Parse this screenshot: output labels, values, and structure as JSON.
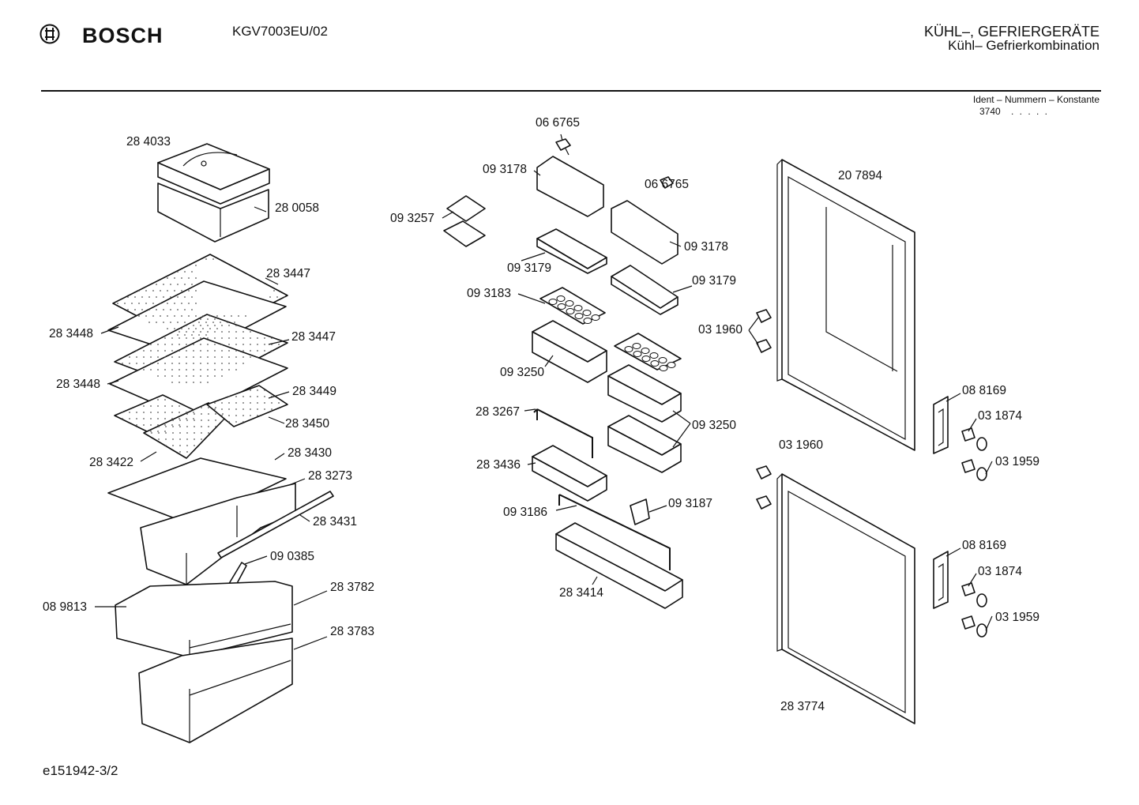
{
  "header": {
    "brand": "BOSCH",
    "model": "KGV7003EU/02",
    "title_line1": "KÜHL–, GEFRIERGERÄTE",
    "title_line2": "Kühl– Gefrierkombination",
    "ident_label": "Ident – Nummern – Konstante",
    "ident_value": "3740",
    "ident_dots": ". . . . ."
  },
  "footer": {
    "drawing_id": "e151942-3/2"
  },
  "labels": [
    {
      "id": "l1",
      "text": "28 4033"
    },
    {
      "id": "l2",
      "text": "28 0058"
    },
    {
      "id": "l3",
      "text": "28 3447"
    },
    {
      "id": "l4",
      "text": "28 3448"
    },
    {
      "id": "l5",
      "text": "28 3447"
    },
    {
      "id": "l6",
      "text": "28 3448"
    },
    {
      "id": "l7",
      "text": "28 3449"
    },
    {
      "id": "l8",
      "text": "28 3450"
    },
    {
      "id": "l9",
      "text": "28 3422"
    },
    {
      "id": "l10",
      "text": "28 3430"
    },
    {
      "id": "l11",
      "text": "28 3273"
    },
    {
      "id": "l12",
      "text": "28 3431"
    },
    {
      "id": "l13",
      "text": "09 0385"
    },
    {
      "id": "l14",
      "text": "08 9813"
    },
    {
      "id": "l15",
      "text": "28 3782"
    },
    {
      "id": "l16",
      "text": "28 3783"
    },
    {
      "id": "l17",
      "text": "06 6765"
    },
    {
      "id": "l18",
      "text": "09 3178"
    },
    {
      "id": "l19",
      "text": "06 6765"
    },
    {
      "id": "l20",
      "text": "09 3257"
    },
    {
      "id": "l21",
      "text": "09 3178"
    },
    {
      "id": "l22",
      "text": "09 3179"
    },
    {
      "id": "l23",
      "text": "09 3179"
    },
    {
      "id": "l24",
      "text": "09 3183"
    },
    {
      "id": "l25",
      "text": "09 3250"
    },
    {
      "id": "l26",
      "text": "28 3267"
    },
    {
      "id": "l27",
      "text": "09 3250"
    },
    {
      "id": "l28",
      "text": "28 3436"
    },
    {
      "id": "l29",
      "text": "09 3186"
    },
    {
      "id": "l30",
      "text": "09 3187"
    },
    {
      "id": "l31",
      "text": "28 3414"
    },
    {
      "id": "l32",
      "text": "20 7894"
    },
    {
      "id": "l33",
      "text": "03 1960"
    },
    {
      "id": "l34",
      "text": "08 8169"
    },
    {
      "id": "l35",
      "text": "03 1874"
    },
    {
      "id": "l36",
      "text": "03 1959"
    },
    {
      "id": "l37",
      "text": "03 1960"
    },
    {
      "id": "l38",
      "text": "08 8169"
    },
    {
      "id": "l39",
      "text": "03 1874"
    },
    {
      "id": "l40",
      "text": "03 1959"
    },
    {
      "id": "l41",
      "text": "28 3774"
    }
  ]
}
